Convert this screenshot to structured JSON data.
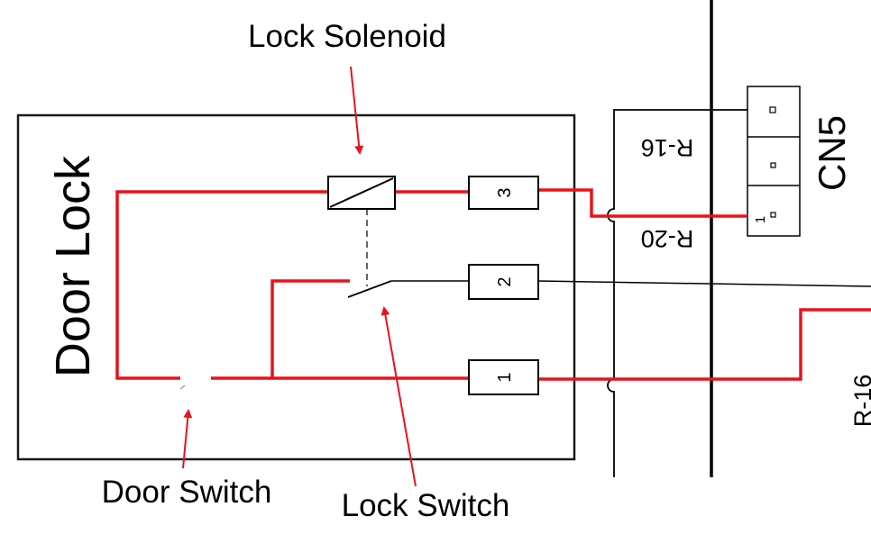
{
  "title": "",
  "colors": {
    "wire_red": "#e8131b",
    "line_black": "#000000",
    "ink": "#1a1a1a",
    "background": "#ffffff"
  },
  "labels": {
    "box_title": "Door Lock",
    "lock_solenoid": "Lock Solenoid",
    "door_switch": "Door Switch",
    "lock_switch": "Lock Switch"
  },
  "terminals": {
    "t3": "3",
    "t2": "2",
    "t1": "1"
  },
  "connector": {
    "name": "CN5",
    "pin1": "1"
  },
  "wire_codes": {
    "r16_top": "R-16",
    "r20": "R-20",
    "r16_right": "R-16"
  }
}
